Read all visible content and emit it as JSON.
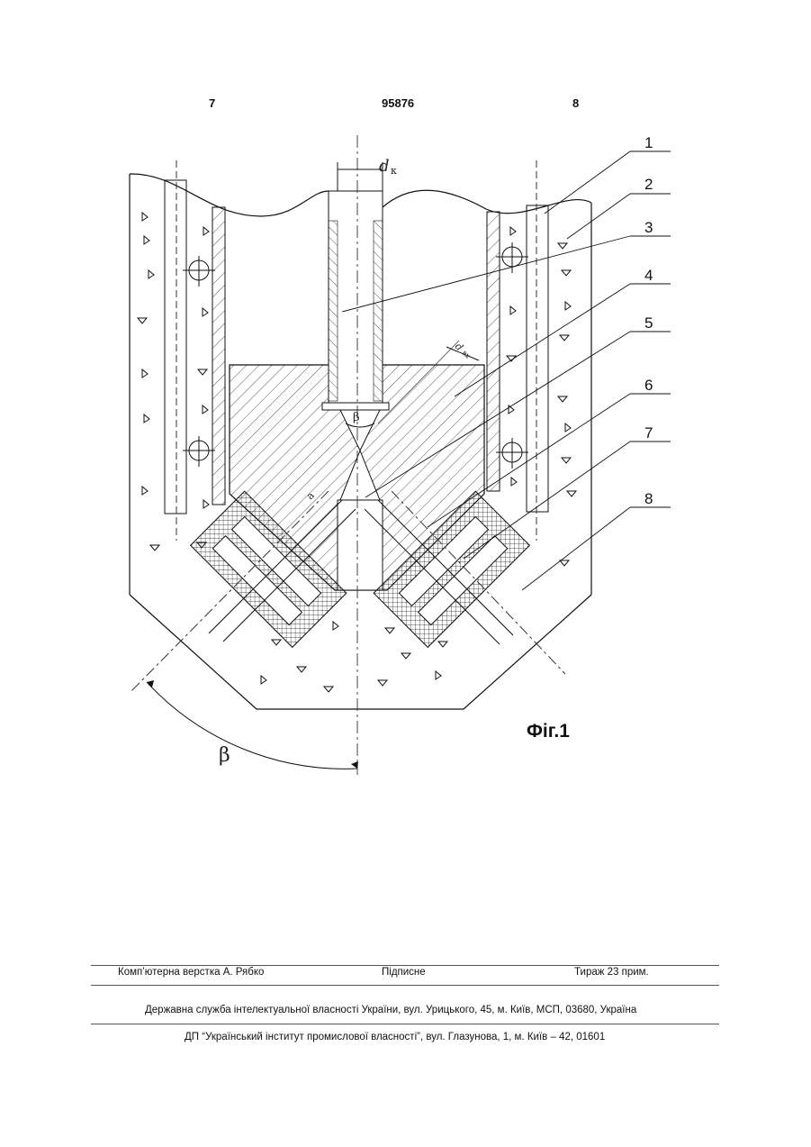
{
  "header": {
    "left_page": "7",
    "patent_number": "95876",
    "right_page": "8"
  },
  "drawing": {
    "callouts": [
      "1",
      "2",
      "3",
      "4",
      "5",
      "6",
      "7",
      "8"
    ],
    "dim_dk": "d",
    "dim_dk_sub": "к",
    "dim_dvk": "d",
    "dim_dvk_sub": "вх",
    "angle_small": "β",
    "angle_large": "β",
    "dim_a": "a"
  },
  "figure_label": "Фіг.1",
  "footer": {
    "layout_by": "Комп’ютерна верстка А. Рябко",
    "signed": "Підписне",
    "print_run": "Тираж 23 прим.",
    "line2": "Державна служба інтелектуальної власності України, вул. Урицького, 45, м. Київ, МСП, 03680, Україна",
    "line3": "ДП “Український інститут промислової власності”, вул. Глазунова, 1, м. Київ – 42, 01601"
  }
}
